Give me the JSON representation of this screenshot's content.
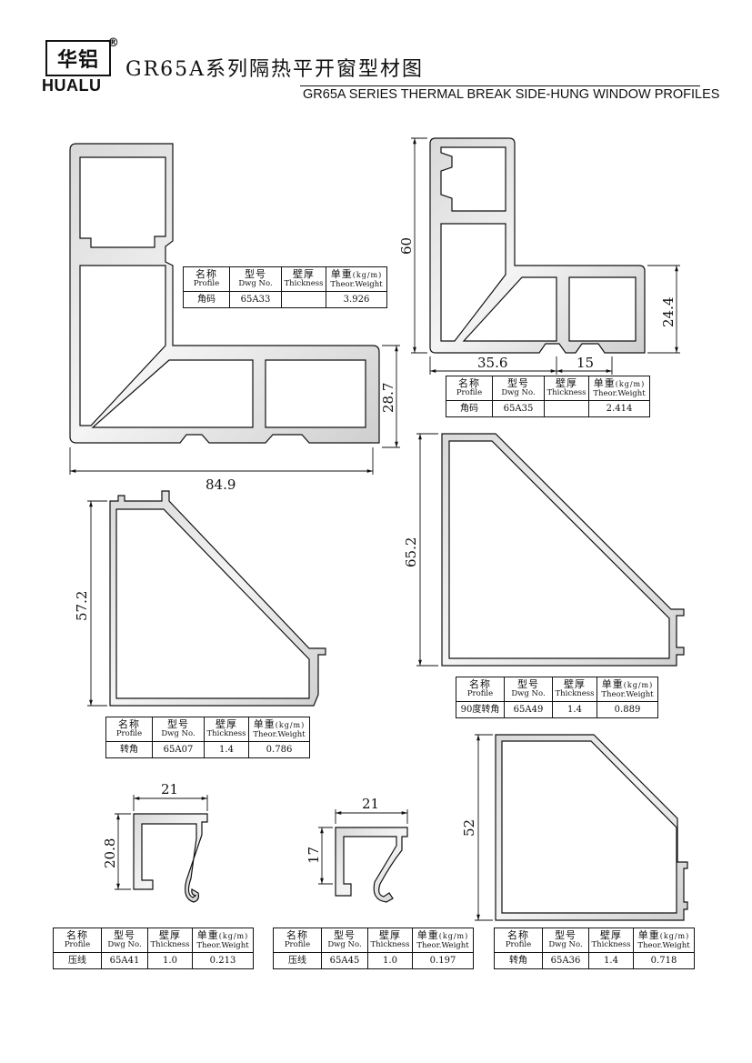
{
  "header": {
    "logo_cn": "华铝",
    "logo_en": "HUALU",
    "logo_mark": "®",
    "title_cn": "GR65A系列隔热平开窗型材图",
    "title_en": "GR65A SERIES THERMAL BREAK  SIDE-HUNG WINDOW PROFILES"
  },
  "table_header": {
    "name_cn": "名称",
    "name_en": "Profile",
    "dwg_cn": "型号",
    "dwg_en": "Dwg No.",
    "thick_cn": "壁厚",
    "thick_en": "Thickness",
    "weight_cn": "单重",
    "weight_unit": "(kg/m)",
    "weight_en": "Theor.Weight"
  },
  "profiles": {
    "p65A33": {
      "name": "角码",
      "dwg": "65A33",
      "thickness": "",
      "weight": "3.926",
      "dims": {
        "w": "84.9",
        "h": "28.7"
      }
    },
    "p65A35": {
      "name": "角码",
      "dwg": "65A35",
      "thickness": "",
      "weight": "2.414",
      "dims": {
        "h": "60",
        "side": "24.4",
        "w1": "35.6",
        "w2": "15"
      }
    },
    "p65A07": {
      "name": "转角",
      "dwg": "65A07",
      "thickness": "1.4",
      "weight": "0.786",
      "dims": {
        "h": "57.2"
      }
    },
    "p65A49": {
      "name": "90度转角",
      "dwg": "65A49",
      "thickness": "1.4",
      "weight": "0.889",
      "dims": {
        "h": "65.2"
      }
    },
    "p65A41": {
      "name": "压线",
      "dwg": "65A41",
      "thickness": "1.0",
      "weight": "0.213",
      "dims": {
        "w": "21",
        "h": "20.8"
      }
    },
    "p65A45": {
      "name": "压线",
      "dwg": "65A45",
      "thickness": "1.0",
      "weight": "0.197",
      "dims": {
        "w": "21",
        "h": "17"
      }
    },
    "p65A36": {
      "name": "转角",
      "dwg": "65A36",
      "thickness": "1.4",
      "weight": "0.718",
      "dims": {
        "h": "52"
      }
    }
  }
}
